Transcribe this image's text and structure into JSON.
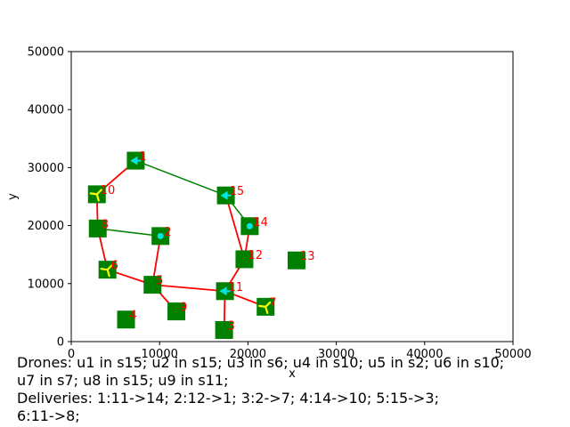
{
  "chart_data": {
    "type": "scatter",
    "xlabel": "x",
    "ylabel": "y",
    "xlim": [
      0,
      50000
    ],
    "ylim": [
      0,
      50000
    ],
    "xticks": [
      "0",
      "10000",
      "20000",
      "30000",
      "40000",
      "50000"
    ],
    "yticks": [
      "0",
      "10000",
      "20000",
      "30000",
      "40000",
      "50000"
    ],
    "colors": {
      "station": "#008000",
      "route_red": "#ff0000",
      "route_green": "#008000",
      "label": "#ff0000",
      "drone": "#00e5e5",
      "yellow": "#ffff00"
    },
    "stations": [
      {
        "id": "1",
        "label": "1",
        "x": 7300,
        "y": 31200,
        "marker": "cyan-arrow"
      },
      {
        "id": "2",
        "label": "2",
        "x": 10100,
        "y": 18200,
        "marker": "cyan-dot"
      },
      {
        "id": "3",
        "label": "3",
        "x": 17300,
        "y": 2000,
        "marker": "none"
      },
      {
        "id": "4",
        "label": "4",
        "x": 6200,
        "y": 3800,
        "marker": "none"
      },
      {
        "id": "5",
        "label": "5",
        "x": 9200,
        "y": 9800,
        "marker": "none"
      },
      {
        "id": "6",
        "label": "6",
        "x": 4100,
        "y": 12400,
        "marker": "yellow-tri"
      },
      {
        "id": "7",
        "label": "7",
        "x": 22000,
        "y": 6000,
        "marker": "yellow-tri"
      },
      {
        "id": "8",
        "label": "8",
        "x": 3000,
        "y": 19500,
        "marker": "none"
      },
      {
        "id": "9",
        "label": "9",
        "x": 11900,
        "y": 5200,
        "marker": "none"
      },
      {
        "id": "10",
        "label": "10",
        "x": 2900,
        "y": 25400,
        "marker": "yellow-tri"
      },
      {
        "id": "11",
        "label": "11",
        "x": 17400,
        "y": 8700,
        "marker": "cyan-arrow"
      },
      {
        "id": "12",
        "label": "12",
        "x": 19600,
        "y": 14200,
        "marker": "none"
      },
      {
        "id": "13",
        "label": "13",
        "x": 25500,
        "y": 14000,
        "marker": "none"
      },
      {
        "id": "14",
        "label": "14",
        "x": 20200,
        "y": 19900,
        "marker": "cyan-dot"
      },
      {
        "id": "15",
        "label": "15",
        "x": 17500,
        "y": 25200,
        "marker": "cyan-arrow"
      }
    ],
    "edges": [
      {
        "from": "1",
        "to": "15",
        "color": "green"
      },
      {
        "from": "15",
        "to": "14",
        "color": "green"
      },
      {
        "from": "8",
        "to": "2",
        "color": "green"
      },
      {
        "from": "1",
        "to": "10",
        "color": "red"
      },
      {
        "from": "10",
        "to": "8",
        "color": "red"
      },
      {
        "from": "8",
        "to": "6",
        "color": "red"
      },
      {
        "from": "6",
        "to": "5",
        "color": "red"
      },
      {
        "from": "5",
        "to": "2",
        "color": "red"
      },
      {
        "from": "5",
        "to": "9",
        "color": "red"
      },
      {
        "from": "5",
        "to": "11",
        "color": "red"
      },
      {
        "from": "11",
        "to": "7",
        "color": "red"
      },
      {
        "from": "11",
        "to": "3",
        "color": "red"
      },
      {
        "from": "11",
        "to": "12",
        "color": "red"
      },
      {
        "from": "12",
        "to": "15",
        "color": "red"
      },
      {
        "from": "12",
        "to": "14",
        "color": "red"
      }
    ]
  },
  "caption": {
    "line1": "Drones: u1 in s15; u2 in s15; u3 in s6; u4 in s10; u5 in s2; u6 in s10;",
    "line2": "u7 in s7; u8 in s15; u9 in s11;",
    "line3": "Deliveries: 1:11->14; 2:12->1; 3:2->7; 4:14->10; 5:15->3;",
    "line4": "6:11->8;"
  }
}
